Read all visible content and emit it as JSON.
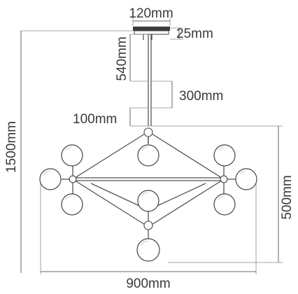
{
  "dimensions": {
    "canopy_width": "120mm",
    "canopy_height": "25mm",
    "rod_segment_1": "540mm",
    "rod_segment_2": "300mm",
    "rod_segment_3": "100mm",
    "total_height": "1500mm",
    "body_height": "500mm",
    "body_width": "900mm"
  }
}
